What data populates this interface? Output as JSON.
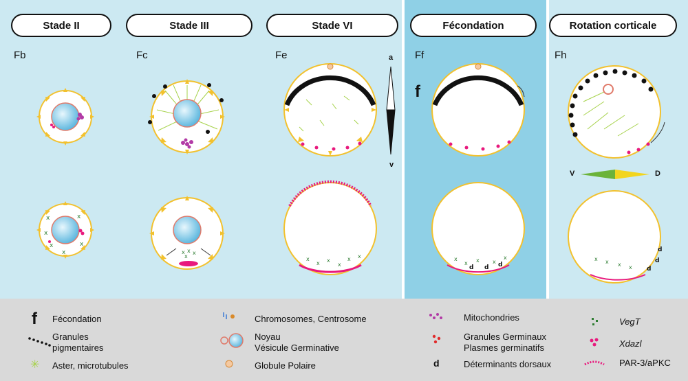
{
  "stages": [
    {
      "id": "stade2",
      "title": "Stade II",
      "panel": "Fb"
    },
    {
      "id": "stade3",
      "title": "Stade III",
      "panel": "Fc"
    },
    {
      "id": "stade6",
      "title": "Stade VI",
      "panel": "Fe"
    },
    {
      "id": "fecond",
      "title": "Fécondation",
      "panel": "Ff"
    },
    {
      "id": "rot",
      "title": "Rotation corticale",
      "panel": "Fh"
    }
  ],
  "axis_av": {
    "top": "a",
    "bottom": "v"
  },
  "axis_vd": {
    "left": "V",
    "right": "D"
  },
  "fecond_mark": "f",
  "dorsal_mark": "d",
  "colors": {
    "top_bg": "#cce9f2",
    "highlight_bg": "#8fd0e6",
    "legend_bg": "#d9d9d9",
    "cortex": "#f2c12e",
    "nucleus": "#7cc9e8",
    "germinal": "#e8197d",
    "microtubule": "#a6d24a"
  },
  "legend": {
    "fecondation": "Fécondation",
    "granules_line1": "Granules",
    "granules_line2": "pigmentaires",
    "aster": "Aster, microtubules",
    "chromosomes": "Chromosomes, Centrosome",
    "noyau_line1": "Noyau",
    "noyau_line2": "Vésicule Germinative",
    "globule": "Globule Polaire",
    "mito": "Mitochondries",
    "germ_line1": "Granules Germinaux",
    "germ_line2": "Plasmes germinatifs",
    "determ": "Déterminants dorsaux",
    "vegt": "VegT",
    "xdazl": "Xdazl",
    "par3": "PAR-3/aPKC"
  }
}
